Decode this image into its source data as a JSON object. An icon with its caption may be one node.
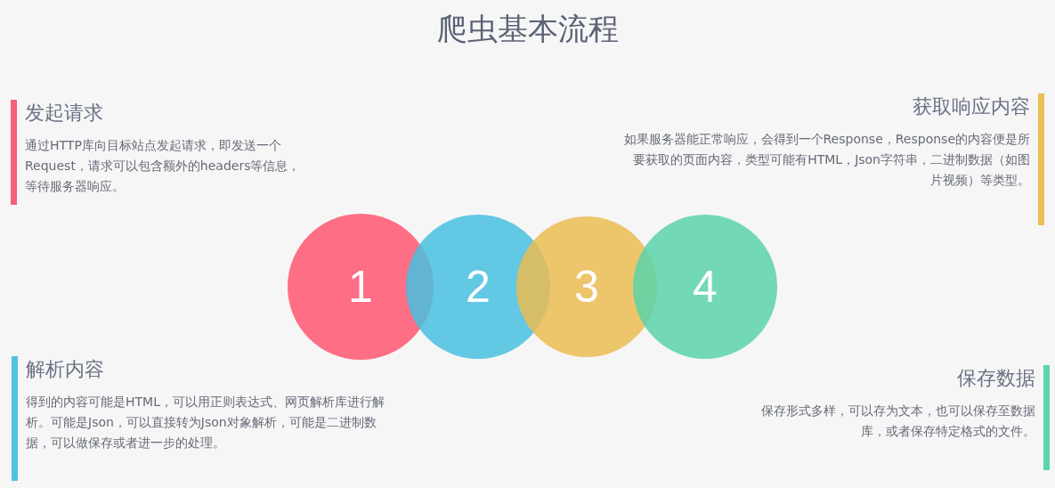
{
  "diagram": {
    "title": "爬虫基本流程",
    "nodes": [
      {
        "text": [
          "发起请求",
          "通过HTTP库向目标站点发起请求，即发送一个Request，请求可以包含额外的headers等信息，等待服务器响应。"
        ]
      },
      {
        "text": [
          "获取响应内容",
          "如果服务器能正常响应，会得到一个Response，Response的内容便是所要获取的页面内容，类型可能有HTML，Json字符串，二进制数据（如图片视频）等类型。"
        ]
      },
      {
        "text": [
          "1"
        ]
      },
      {
        "text": [
          "2"
        ]
      },
      {
        "text": [
          "3"
        ]
      },
      {
        "text": [
          "4"
        ]
      },
      {
        "text": [
          "解析内容",
          "得到的内容可能是HTML，可以用正则表达式、网页解析库进行解析。可能是Json，可以直接转为Json对象解析，可能是二进制数据，可以做保存或者进一步的处理。"
        ]
      },
      {
        "text": [
          "保存数据",
          "保存形式多样，可以存为文本，也可以保存至数据库，或者保存特定格式的文件。"
        ]
      }
    ]
  }
}
